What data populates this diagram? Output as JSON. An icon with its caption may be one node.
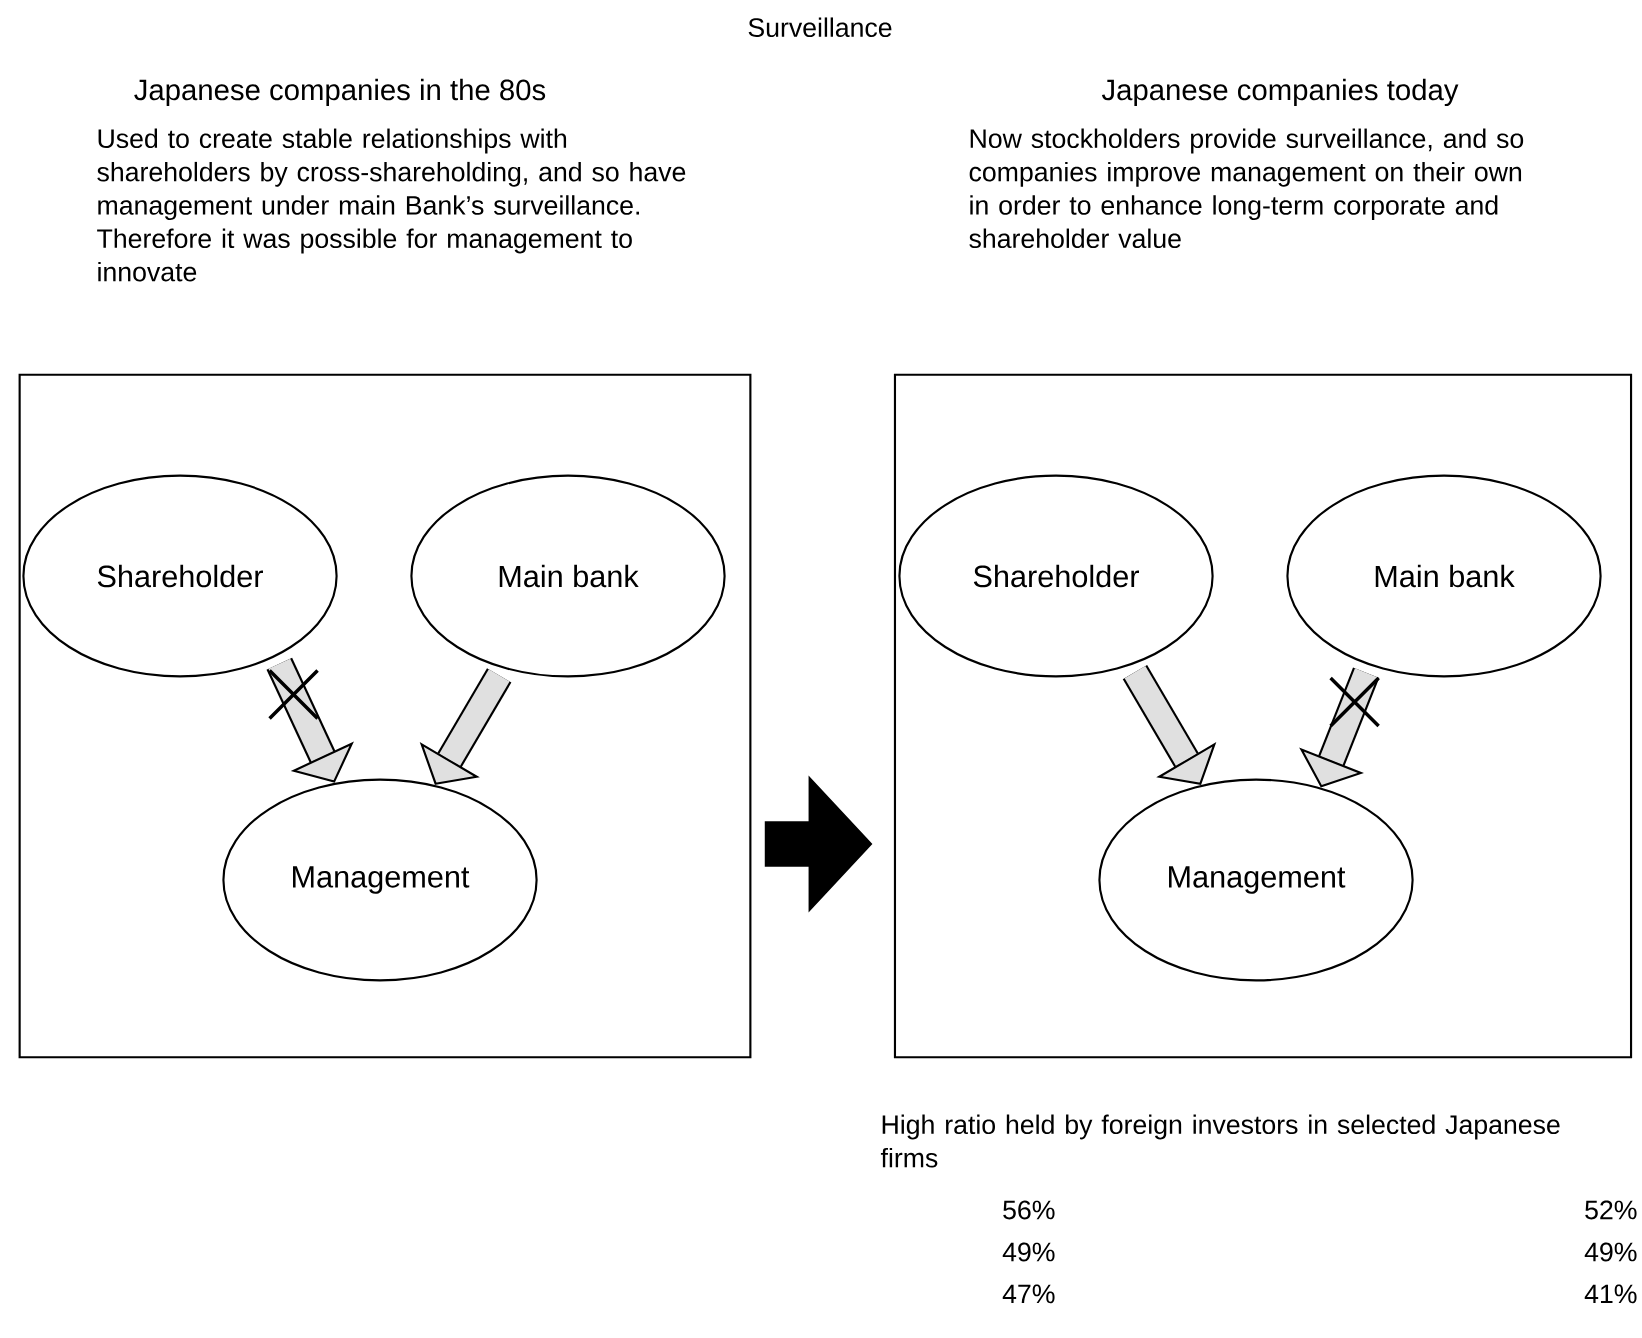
{
  "diagram": {
    "title": "Surveillance",
    "nodes": [
      {
        "text": [],
        "shape": "box"
      },
      {
        "text": [
          "Shareholder"
        ],
        "in": 0
      },
      {
        "text": [
          "Main bank"
        ],
        "in": 0
      },
      {
        "text": [
          "Management"
        ],
        "in": 0
      },
      {
        "text": [],
        "shape": "box"
      },
      {
        "text": [
          "Shareholder"
        ],
        "in": 4
      },
      {
        "text": [
          "Main bank"
        ],
        "in": 4
      },
      {
        "text": [
          "Management"
        ],
        "in": 4
      }
    ],
    "edges": [
      {
        "from": 1,
        "to": 3,
        "arrow": "to"
      },
      {
        "from": 2,
        "to": 3,
        "arrow": "to"
      },
      {
        "from": 0,
        "to": 4,
        "arrow": "to",
        "color": "#000000"
      },
      {
        "from": 5,
        "to": 7,
        "arrow": "to"
      },
      {
        "from": 6,
        "to": 7,
        "arrow": "to"
      }
    ],
    "labels": [
      "Japanese companies in the 80s",
      "Used to create stable relationships with shareholders by cross-shareholding, and so have management under main Bank’s surveillance. Therefore it was possible for management to innovate",
      "Japanese companies today",
      "Now stockholders provide surveillance, and so companies improve management on their own in order to enhance long-term corporate and shareholder value",
      "High ratio held by foreign investors in selected Japanese firms",
      "56%",
      "52%",
      "49%",
      "49%",
      "47%",
      "41%"
    ]
  }
}
